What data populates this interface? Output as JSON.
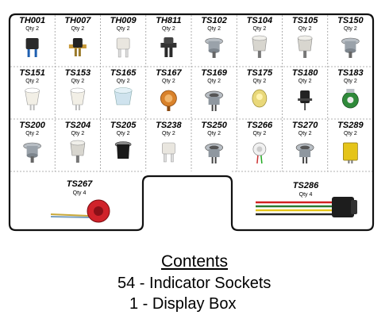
{
  "grid": {
    "rows": [
      [
        {
          "code": "TH001",
          "qty": "Qty 2",
          "icon": "twin-pin-socket-icon"
        },
        {
          "code": "TH007",
          "qty": "Qty 2",
          "icon": "bracket-socket-icon"
        },
        {
          "code": "TH009",
          "qty": "Qty 2",
          "icon": "white-base-socket-icon"
        },
        {
          "code": "TH811",
          "qty": "Qty 2",
          "icon": "black-twist-socket-icon"
        },
        {
          "code": "TS102",
          "qty": "Qty 2",
          "icon": "chrome-bezel-socket-icon"
        },
        {
          "code": "TS104",
          "qty": "Qty 2",
          "icon": "cup-socket-icon"
        },
        {
          "code": "TS105",
          "qty": "Qty 2",
          "icon": "cup-socket-icon"
        },
        {
          "code": "TS150",
          "qty": "Qty 2",
          "icon": "chrome-bezel-socket-icon"
        }
      ],
      [
        {
          "code": "TS151",
          "qty": "Qty 2",
          "icon": "white-cup-socket-icon"
        },
        {
          "code": "TS153",
          "qty": "Qty 2",
          "icon": "white-cup-socket-icon"
        },
        {
          "code": "TS165",
          "qty": "Qty 2",
          "icon": "clear-cup-socket-icon"
        },
        {
          "code": "TS167",
          "qty": "Qty 2",
          "icon": "orange-socket-icon"
        },
        {
          "code": "TS169",
          "qty": "Qty 2",
          "icon": "chrome-ring-socket-icon"
        },
        {
          "code": "TS175",
          "qty": "Qty 2",
          "icon": "yellow-socket-icon"
        },
        {
          "code": "TS180",
          "qty": "Qty 2",
          "icon": "black-socket-icon"
        },
        {
          "code": "TS183",
          "qty": "Qty 2",
          "icon": "green-socket-icon"
        }
      ],
      [
        {
          "code": "TS200",
          "qty": "Qty 2",
          "icon": "chrome-bezel-socket-icon"
        },
        {
          "code": "TS204",
          "qty": "Qty 2",
          "icon": "cup-socket-icon"
        },
        {
          "code": "TS205",
          "qty": "Qty 2",
          "icon": "black-cup-socket-icon"
        },
        {
          "code": "TS238",
          "qty": "Qty 2",
          "icon": "white-base-socket-icon"
        },
        {
          "code": "TS250",
          "qty": "Qty 2",
          "icon": "chrome-ring-socket-icon"
        },
        {
          "code": "TS266",
          "qty": "Qty 2",
          "icon": "wired-socket-icon"
        },
        {
          "code": "TS270",
          "qty": "Qty 2",
          "icon": "chrome-ring-socket-icon"
        },
        {
          "code": "TS289",
          "qty": "Qty 2",
          "icon": "yellow-block-socket-icon"
        }
      ]
    ],
    "large": [
      {
        "code": "TS267",
        "qty": "Qty 4",
        "icon": "red-wired-socket-icon"
      },
      {
        "code": "TS286",
        "qty": "Qty 4",
        "icon": "black-wired-socket-icon"
      }
    ]
  },
  "contents": {
    "title": "Contents",
    "items": [
      "54 - Indicator Sockets",
      "1 - Display Box"
    ]
  }
}
